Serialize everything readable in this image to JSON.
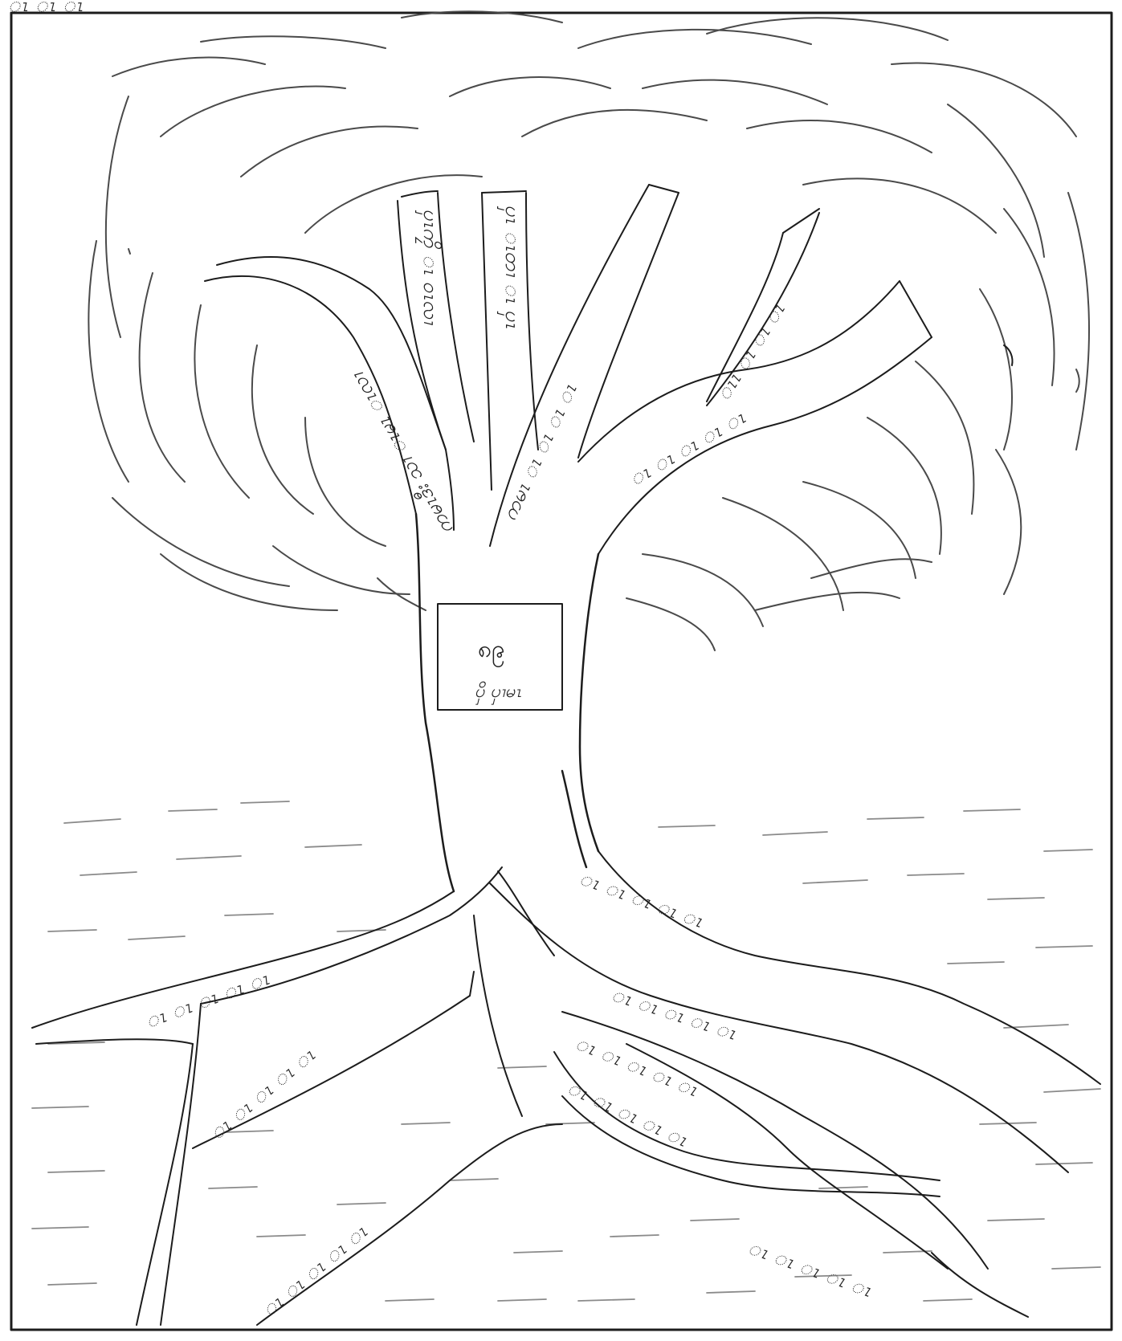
{
  "header_scrawl": "ၤ ၤ ၤ",
  "trunk_box": {
    "number": "၈၉",
    "caption": "ၦိ ၦၢမၤ"
  },
  "branches": [
    "ကမၤဒီး သၢ ၤမၤ ၤလၢ",
    "ၦၤကၠိ ၤ ဝၤလၢ",
    "ၦၤ ၤတၢ ၤ ၦၤ",
    "ကမၤ ၤ ၤ ၤ ၤ",
    "ၤၤ ၤ ၤ ၤ",
    "ၤ ၤ ၤ ၤ ၤ"
  ],
  "roots": [
    "ၤ ၤ ၤ ၤ ၤ",
    "ၤ ၤ ၤ ၤ ၤ",
    "ၤ ၤ ၤ ၤ ၤ",
    "ၤ ၤ ၤ ၤ ၤ",
    "ၤ ၤ ၤ ၤ ၤ",
    "ၤ ၤ ၤ ၤ ၤ",
    "ၤ ၤ ၤ ၤ ၤ",
    "ၤ ၤ ၤ ၤ ၤ"
  ]
}
